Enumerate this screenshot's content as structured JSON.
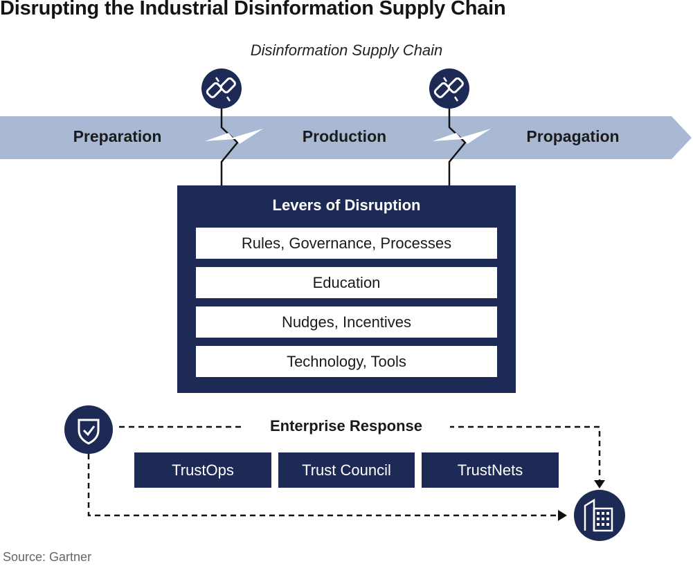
{
  "title": "Disrupting the Industrial Disinformation Supply Chain",
  "subtitle": "Disinformation Supply Chain",
  "stages": [
    "Preparation",
    "Production",
    "Propagation"
  ],
  "levers": {
    "title": "Levers of Disruption",
    "items": [
      "Rules, Governance, Processes",
      "Education",
      "Nudges, Incentives",
      "Technology, Tools"
    ]
  },
  "response": {
    "title": "Enterprise Response",
    "items": [
      "TrustOps",
      "Trust Council",
      "TrustNets"
    ]
  },
  "source": "Source: Gartner",
  "icons": [
    "broken-link-icon",
    "shield-icon",
    "enterprise-building-icon"
  ],
  "colors": {
    "navy": "#1c2a55",
    "arrow": "#a9b9d3",
    "lightning": "#ffffff"
  }
}
